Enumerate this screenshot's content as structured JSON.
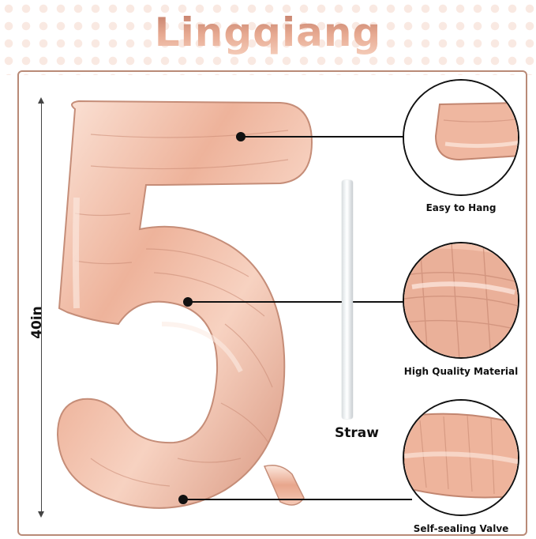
{
  "brand": {
    "title": "Lingqiang"
  },
  "product": {
    "height_label": "40in",
    "straw_label": "Straw"
  },
  "features": [
    {
      "label": "Easy to Hang"
    },
    {
      "label": "High Quality Material"
    },
    {
      "label": "Self-sealing Valve"
    }
  ],
  "colors": {
    "rose_gold_light": "#f8d6c6",
    "rose_gold_mid": "#e9a98f",
    "rose_gold_dark": "#c27b66",
    "frame": "#b98a77"
  }
}
